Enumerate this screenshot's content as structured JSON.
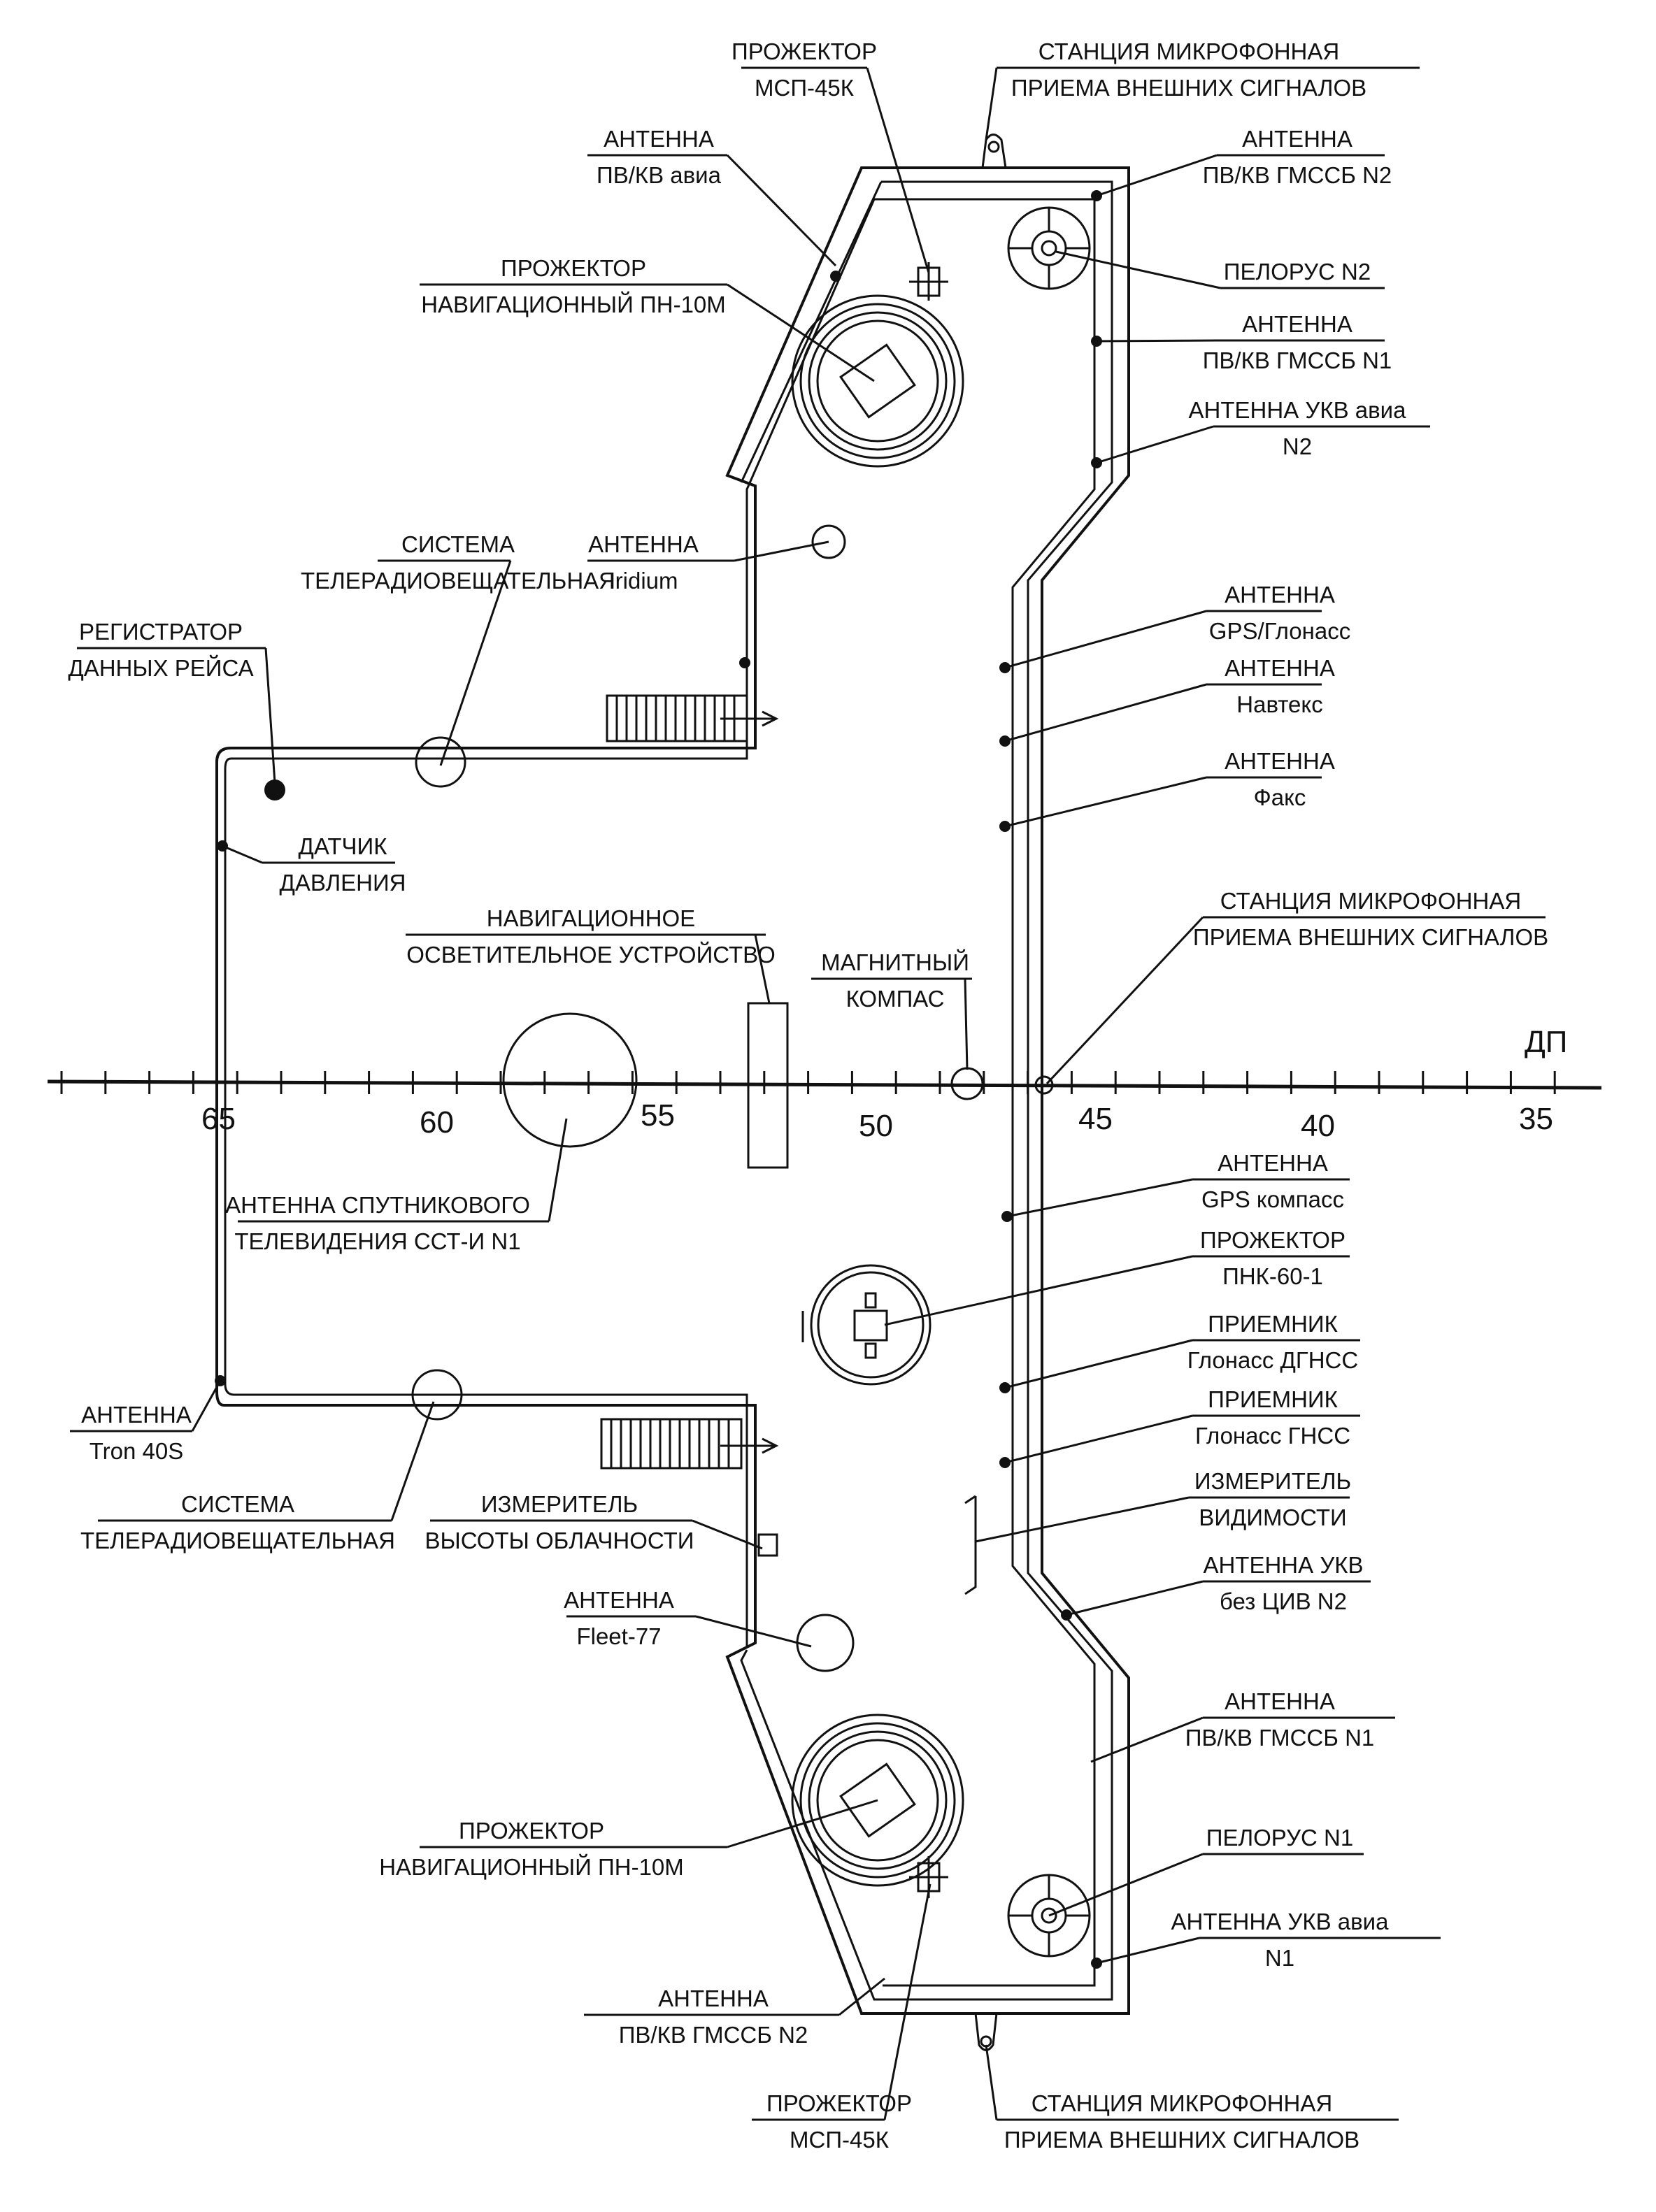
{
  "diagram": {
    "axis": {
      "name": "ДП",
      "ticks": [
        {
          "label": "65"
        },
        {
          "label": "60"
        },
        {
          "label": "55"
        },
        {
          "label": "50"
        },
        {
          "label": "45"
        },
        {
          "label": "40"
        },
        {
          "label": "35"
        }
      ]
    },
    "labels": [
      {
        "id": "proj-msp-top",
        "l1": "ПРОЖЕКТОР",
        "l2": "МСП-45К"
      },
      {
        "id": "mic-top",
        "l1": "СТАНЦИЯ МИКРОФОННАЯ",
        "l2": "ПРИЕМА ВНЕШНИХ СИГНАЛОВ"
      },
      {
        "id": "ant-pvkv-avia",
        "l1": "АНТЕННА",
        "l2": "ПВ/КВ авиа"
      },
      {
        "id": "ant-gmssb-n2-top",
        "l1": "АНТЕННА",
        "l2": "ПВ/КВ ГМССБ N2"
      },
      {
        "id": "proj-pn10m-top",
        "l1": "ПРОЖЕКТОР",
        "l2": "НАВИГАЦИОННЫЙ ПН-10М"
      },
      {
        "id": "pelorus-n2",
        "l1": "ПЕЛОРУС N2",
        "l2": ""
      },
      {
        "id": "ant-gmssb-n1-top",
        "l1": "АНТЕННА",
        "l2": "ПВ/КВ ГМССБ N1"
      },
      {
        "id": "ant-ukv-avia-n2",
        "l1": "АНТЕННА УКВ авиа",
        "l2": "N2"
      },
      {
        "id": "sys-tv-top",
        "l1": "СИСТЕМА",
        "l2": "ТЕЛЕРАДИОВЕЩАТЕЛЬНАЯ"
      },
      {
        "id": "ant-iridium",
        "l1": "АНТЕННА",
        "l2": "Iridium"
      },
      {
        "id": "vdr",
        "l1": "РЕГИСТРАТОР",
        "l2": "ДАННЫХ РЕЙСА"
      },
      {
        "id": "ant-gps-glonass",
        "l1": "АНТЕННА",
        "l2": "GPS/Глонасс"
      },
      {
        "id": "ant-navtex",
        "l1": "АНТЕННА",
        "l2": "Навтекс"
      },
      {
        "id": "ant-fax",
        "l1": "АНТЕННА",
        "l2": "Факс"
      },
      {
        "id": "pressure",
        "l1": "ДАТЧИК",
        "l2": "ДАВЛЕНИЯ"
      },
      {
        "id": "nav-light",
        "l1": "НАВИГАЦИОННОЕ",
        "l2": "ОСВЕТИТЕЛЬНОЕ УСТРОЙСТВО"
      },
      {
        "id": "mic-mid",
        "l1": "СТАНЦИЯ МИКРОФОННАЯ",
        "l2": "ПРИЕМА ВНЕШНИХ СИГНАЛОВ"
      },
      {
        "id": "mag-compass",
        "l1": "МАГНИТНЫЙ",
        "l2": "КОМПАС"
      },
      {
        "id": "ant-sat-tv",
        "l1": "АНТЕННА СПУТНИКОВОГО",
        "l2": "ТЕЛЕВИДЕНИЯ ССТ-И N1"
      },
      {
        "id": "ant-gps-compass",
        "l1": "АНТЕННА",
        "l2": "GPS компасс"
      },
      {
        "id": "proj-pnk",
        "l1": "ПРОЖЕКТОР",
        "l2": "ПНК-60-1"
      },
      {
        "id": "rcv-dgnss",
        "l1": "ПРИЕМНИК",
        "l2": "Глонасс ДГНСС"
      },
      {
        "id": "rcv-gnss",
        "l1": "ПРИЕМНИК",
        "l2": "Глонасс ГНСС"
      },
      {
        "id": "ant-tron",
        "l1": "АНТЕННА",
        "l2": "Tron 40S"
      },
      {
        "id": "sys-tv-bot",
        "l1": "СИСТЕМА",
        "l2": "ТЕЛЕРАДИОВЕЩАТЕЛЬНАЯ"
      },
      {
        "id": "cloud",
        "l1": "ИЗМЕРИТЕЛЬ",
        "l2": "ВЫСОТЫ ОБЛАЧНОСТИ"
      },
      {
        "id": "visibility",
        "l1": "ИЗМЕРИТЕЛЬ",
        "l2": "ВИДИМОСТИ"
      },
      {
        "id": "ant-fleet",
        "l1": "АНТЕННА",
        "l2": "Fleet-77"
      },
      {
        "id": "ant-ukv-civ",
        "l1": "АНТЕННА УКВ",
        "l2": "без ЦИВ N2"
      },
      {
        "id": "ant-gmssb-n1-bot",
        "l1": "АНТЕННА",
        "l2": "ПВ/КВ ГМССБ N1"
      },
      {
        "id": "proj-pn10m-bot",
        "l1": "ПРОЖЕКТОР",
        "l2": "НАВИГАЦИОННЫЙ ПН-10М"
      },
      {
        "id": "pelorus-n1",
        "l1": "ПЕЛОРУС N1",
        "l2": ""
      },
      {
        "id": "ant-ukv-avia-n1",
        "l1": "АНТЕННА УКВ авиа",
        "l2": "N1"
      },
      {
        "id": "ant-gmssb-n2-bot",
        "l1": "АНТЕННА",
        "l2": "ПВ/КВ ГМССБ N2"
      },
      {
        "id": "proj-msp-bot",
        "l1": "ПРОЖЕКТОР",
        "l2": "МСП-45К"
      },
      {
        "id": "mic-bot",
        "l1": "СТАНЦИЯ МИКРОФОННАЯ",
        "l2": "ПРИЕМА ВНЕШНИХ СИГНАЛОВ"
      }
    ]
  }
}
